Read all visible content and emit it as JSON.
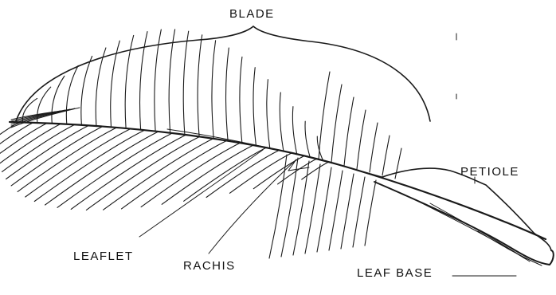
{
  "labels": {
    "blade": "BLADE",
    "petiole": "PETIOLE",
    "leaflet": "LEAFLET",
    "rachis": "RACHIS",
    "leaf_base": "LEAF BASE"
  },
  "colors": {
    "ink": "#1a1a1a",
    "background": "#ffffff"
  }
}
